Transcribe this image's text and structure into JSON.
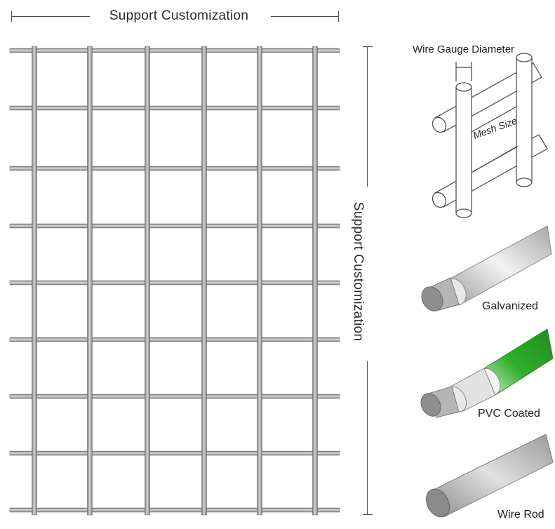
{
  "top_label": "Support Customization",
  "side_label": "Support Customization",
  "detail": {
    "wire_gauge_label": "Wire Gauge Diameter",
    "mesh_size_label": "Mesh Size"
  },
  "wire_types": [
    {
      "label": "Galvanized",
      "color": "#c9c9c9"
    },
    {
      "label": "PVC Coated",
      "color": "#2fae2a"
    },
    {
      "label": "Wire Rod",
      "color": "#b8b8b8"
    }
  ],
  "colors": {
    "wire": "#8a8a8a",
    "wire_highlight": "#e6e6e6",
    "line": "#4a4a4a"
  }
}
